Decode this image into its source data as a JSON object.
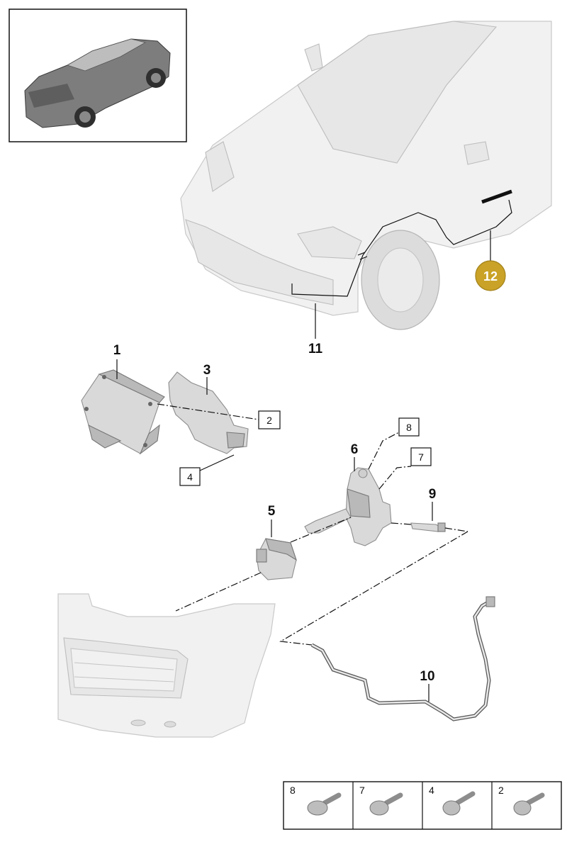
{
  "callouts": {
    "c1": "1",
    "c3": "3",
    "c5": "5",
    "c6": "6",
    "c9": "9",
    "c10": "10",
    "c11": "11",
    "c12": "12"
  },
  "boxed_callouts": {
    "b2": "2",
    "b4": "4",
    "b7": "7",
    "b8": "8"
  },
  "hardware_table": {
    "cells": [
      "8",
      "7",
      "4",
      "2"
    ]
  },
  "colors": {
    "badge": "#c9a227",
    "line": "#111111",
    "part": "#d9d9d9"
  }
}
